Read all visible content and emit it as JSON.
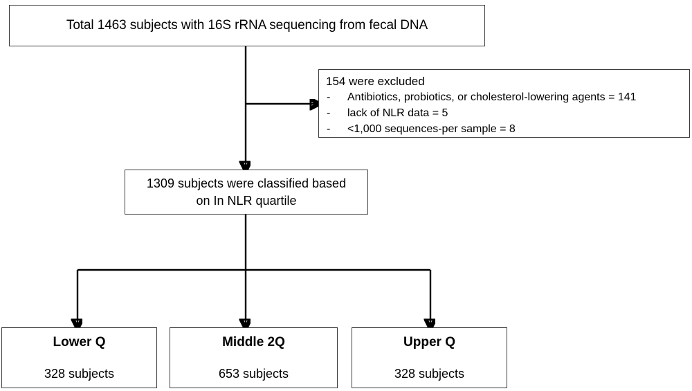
{
  "figure": {
    "type": "flowchart",
    "orientation": "top-down",
    "boxes": {
      "total": {
        "text": "Total 1463 subjects with 16S rRNA sequencing from fecal DNA",
        "subjects": 1463
      },
      "excluded": {
        "title": "154 were excluded",
        "count": 154,
        "bullet_marker": "-",
        "reasons": [
          "Antibiotics, probiotics, or cholesterol-lowering  agents = 141",
          "lack of NLR data = 5",
          "<1,000 sequences-per  sample = 8"
        ]
      },
      "classified": {
        "line1": "1309 subjects were classified based",
        "line2": "on In NLR quartile",
        "subjects": 1309
      },
      "quartiles": [
        {
          "title": "Lower Q",
          "count": "328 subjects"
        },
        {
          "title": "Middle 2Q",
          "count": "653 subjects"
        },
        {
          "title": "Upper Q",
          "count": "328 subjects"
        }
      ]
    },
    "colors": {
      "box_border": "#3a3a3a",
      "connector": "#000000",
      "text": "#000000",
      "background": "#ffffff"
    }
  }
}
